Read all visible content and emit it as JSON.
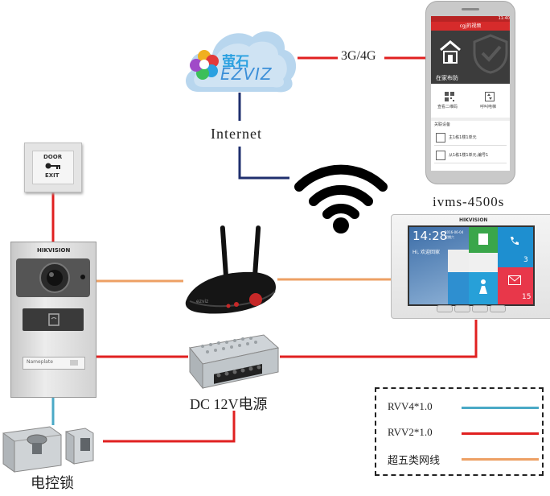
{
  "labels": {
    "internet": "Internet",
    "mobile_network": "3G/4G",
    "app_name": "ivms-4500s",
    "power_supply": "DC 12V电源",
    "electric_lock": "电控锁"
  },
  "cloud": {
    "brand_cn": "萤石",
    "brand_en": "EZVIZ"
  },
  "exit_button": {
    "line1": "DOOR",
    "line2": "EXIT"
  },
  "door_station": {
    "brand": "HIKVISION",
    "nameplate": "Nameplate"
  },
  "indoor_monitor": {
    "brand": "HIKVISION",
    "time": "14:28",
    "date": "2016-06-04",
    "weekday": "星期六",
    "greeting": "Hi, 欢迎回家",
    "tile_badge_1": "3",
    "tile_badge_2": "15"
  },
  "phone": {
    "status_time": "11:40",
    "header_title": "cgj的视频",
    "banner_text": "在家布防",
    "menu_1": "查看二维码",
    "menu_2": "呼叫电梯",
    "section_title": "关联设备",
    "list_1": "主1栋1楼1单元",
    "list_2": "从1栋1楼1单元,编号1"
  },
  "legend": {
    "items": [
      {
        "label": "RVV4*1.0",
        "color": "#4aa9c6"
      },
      {
        "label": "RVV2*1.0",
        "color": "#e02020"
      },
      {
        "label": "超五类网线",
        "color": "#eda064"
      }
    ]
  },
  "colors": {
    "rvv4": "#4aa9c6",
    "rvv2": "#e02020",
    "network": "#eda064",
    "internet_link": "#1f2f6e",
    "mobile_link": "#e02020",
    "phone_red": "#d62b2b"
  }
}
